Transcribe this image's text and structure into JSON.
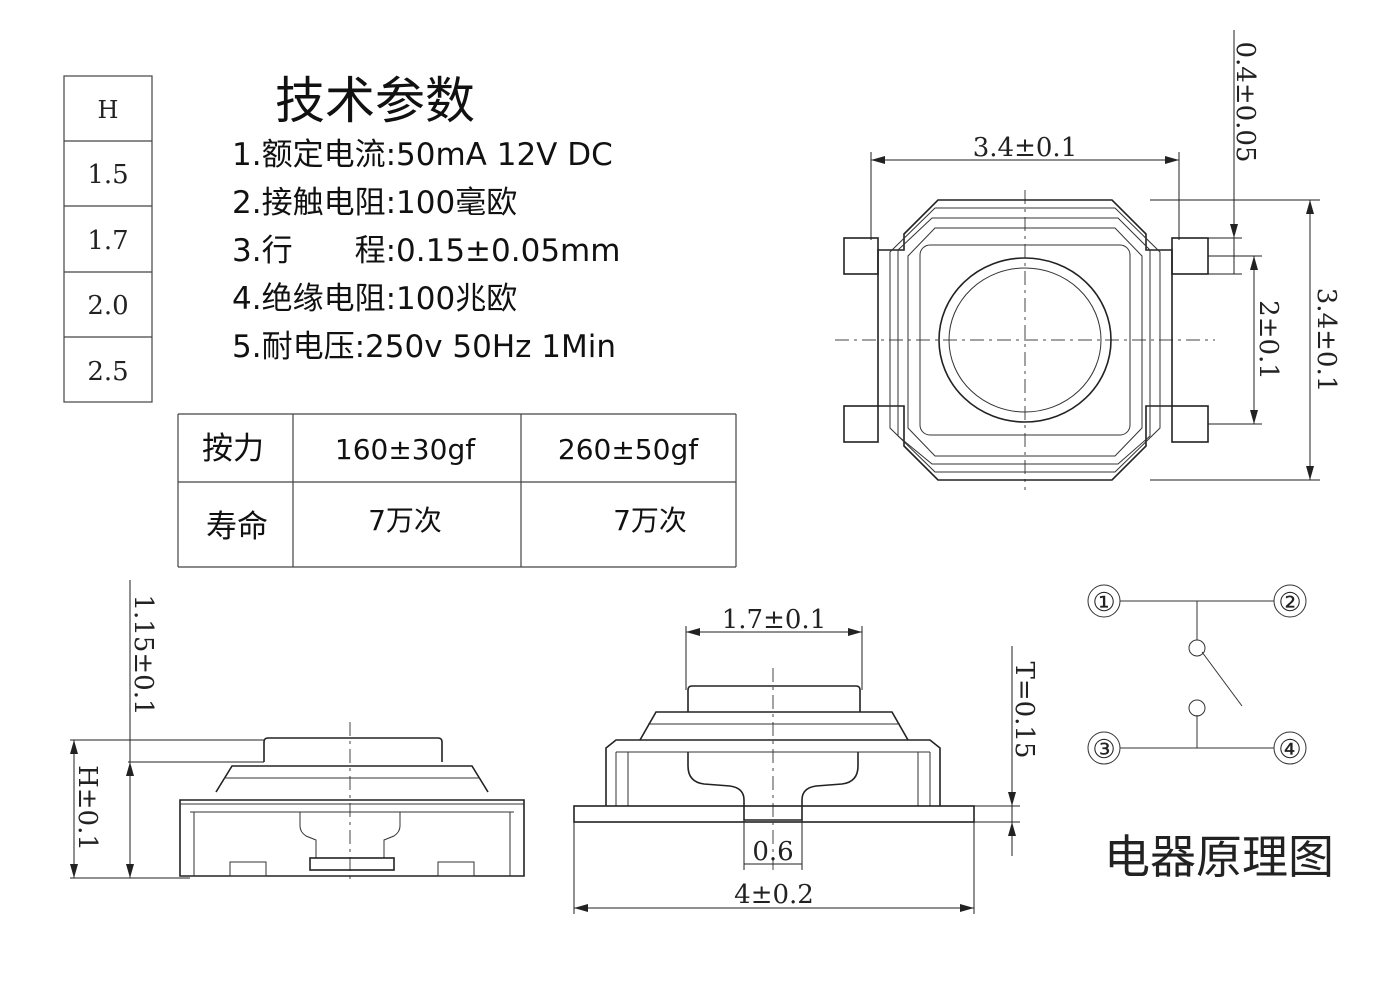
{
  "h_table": {
    "header": "H",
    "values": [
      "1.5",
      "1.7",
      "2.0",
      "2.5"
    ]
  },
  "specs": {
    "title": "技术参数",
    "items": [
      "1.额定电流:50mA 12V DC",
      "2.接触电阻:100毫欧",
      "3.行　　程:0.15±0.05mm",
      "4.绝缘电阻:100兆欧",
      "5.耐电压:250v 50Hz 1Min"
    ]
  },
  "force_table": {
    "rows": [
      {
        "label": "按力",
        "values": [
          "160±30gf",
          "260±50gf"
        ]
      },
      {
        "label": "寿命",
        "values": [
          "7万次",
          "7万次"
        ]
      }
    ]
  },
  "top_view": {
    "dim_width": "3.4±0.1",
    "dim_height": "3.4±0.1",
    "dim_pin": "0.4±0.05",
    "dim_pitch": "2±0.1"
  },
  "side_view_left": {
    "dim_total": "1.15±0.1",
    "dim_h": "H±0.1"
  },
  "side_view_front": {
    "dim_top": "1.7±0.1",
    "dim_t": "T=0.15",
    "dim_pin": "0.6",
    "dim_base": "4±0.2"
  },
  "schematic": {
    "pins": [
      "①",
      "②",
      "③",
      "④"
    ],
    "title": "电器原理图"
  }
}
